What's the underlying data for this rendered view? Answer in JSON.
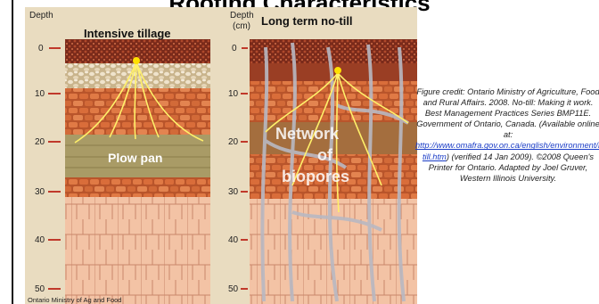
{
  "slide": {
    "title": "Rooting Characteristics"
  },
  "figure": {
    "left_panel": {
      "axis_label": "Depth",
      "title": "Intensive tillage",
      "plow_pan_label": "Plow pan",
      "ticks": [
        "0",
        "10",
        "20",
        "30",
        "40",
        "50"
      ]
    },
    "right_panel": {
      "axis_label_line1": "Depth",
      "axis_label_line2": "(cm)",
      "title": "Long term no-till",
      "biopore_label_line1": "Network",
      "biopore_label_line2": "of",
      "biopore_label_line3": "biopores",
      "ticks": [
        "0",
        "10",
        "20",
        "30",
        "40",
        "50"
      ]
    },
    "source": "Ontario Ministry of Ag and Food"
  },
  "caption": {
    "text_before_link": "Figure credit: Ontario Ministry of Agriculture, Food and Rural Affairs. 2008. No-till: Making it work. Best Management Practices Series BMP11E. Government of Ontario, Canada. (Available online at: ",
    "link_text": "http://www.omafra.gov.on.ca/english/environment/bmp/no-till.htm",
    "text_after_link": ") (verified 14 Jan 2009). ©2008 Queen's Printer for Ontario. Adapted by Joel Gruver, Western Illinois University."
  },
  "colors": {
    "figure_bg": "#e9dcc0",
    "topsoil": "#8a2e1e",
    "crumb": "#d8c8a8",
    "clod": "#d96d3a",
    "plow_pan": "#a89a62",
    "subsoil": "#f0b695",
    "root": "#fff06a",
    "biopore": "#b8b8c0"
  }
}
